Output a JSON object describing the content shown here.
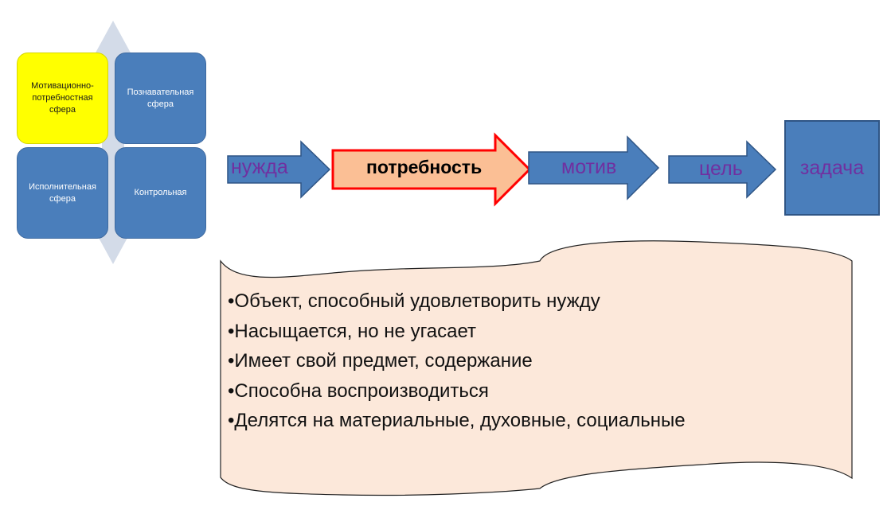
{
  "spheres": {
    "motivation": "Мотивационно-потребностная сфера",
    "cognitive": "Познавательная сфера",
    "executive": "Исполнительная сфера",
    "control": "Контрольная"
  },
  "chain": {
    "need": "нужда",
    "highlight": "потребность",
    "motive": "мотив",
    "goal": "цель",
    "task": "задача"
  },
  "properties": [
    "•Объект, способный удовлетворить нужду",
    "•Насыщается, но не угасает",
    "•Имеет свой предмет, содержание",
    "•Способна воспроизводиться",
    "•Делятся на материальные, духовные, социальные"
  ],
  "colors": {
    "box_blue": "#4a7ebb",
    "highlight_yellow": "#ffff00",
    "highlight_arrow": "#fbbf95",
    "highlight_border": "#ff0000",
    "label_purple": "#7030a0",
    "scroll_fill": "#fce8da",
    "double_arrow": "#d3dbe8"
  }
}
